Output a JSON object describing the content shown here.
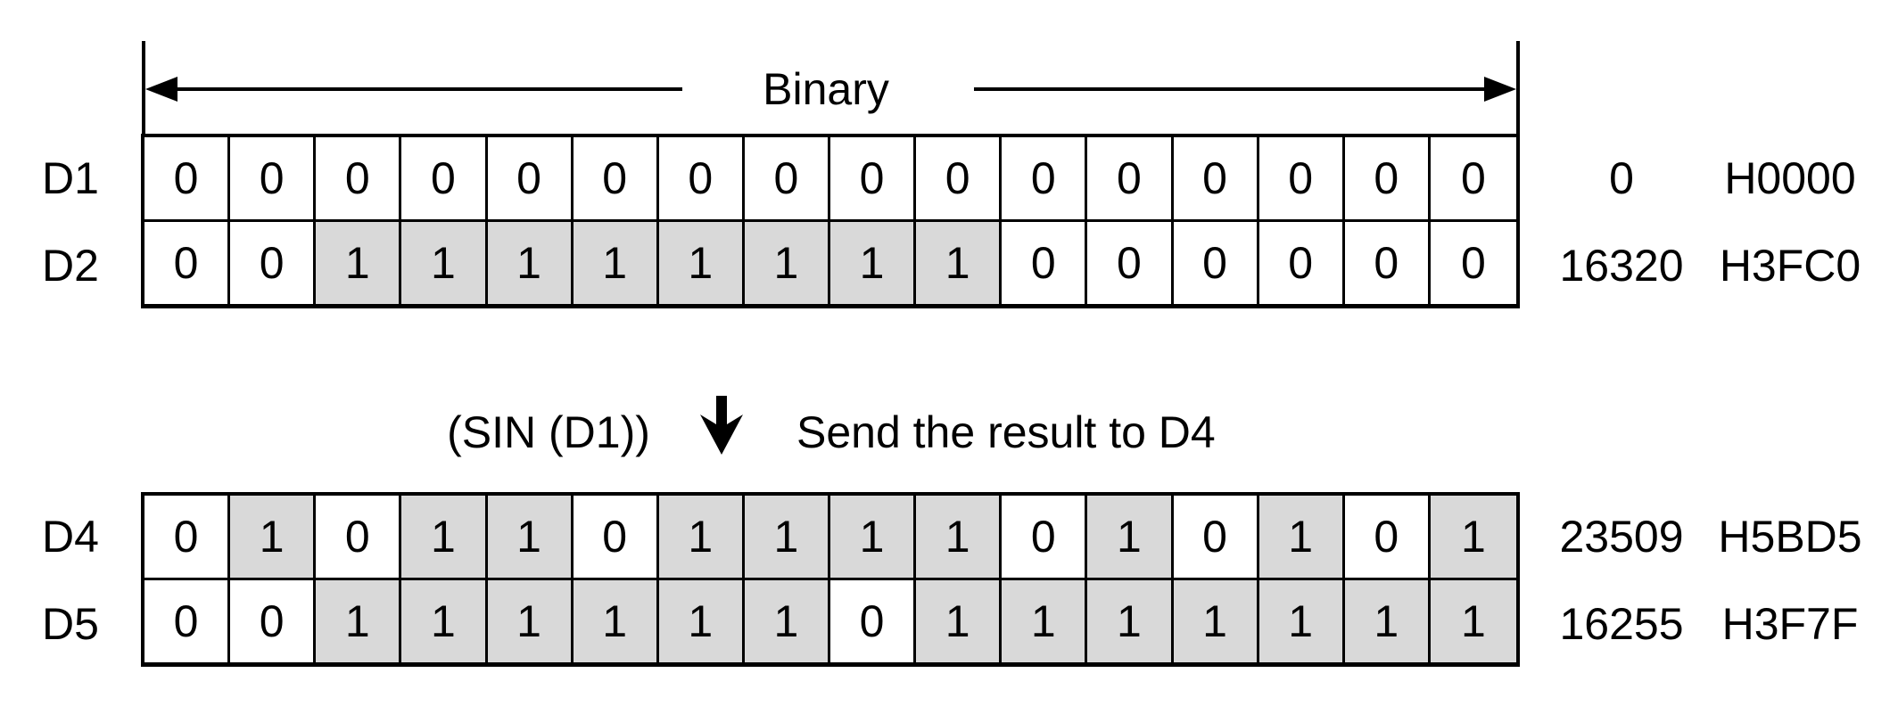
{
  "top_section": {
    "range_label": "Binary"
  },
  "operation": {
    "expression": "(SIN (D1))",
    "arrow_icon": "down-arrow",
    "description": "Send the result to D4"
  },
  "top_table": {
    "registers": [
      {
        "name": "D1",
        "bits": [
          "0",
          "0",
          "0",
          "0",
          "0",
          "0",
          "0",
          "0",
          "0",
          "0",
          "0",
          "0",
          "0",
          "0",
          "0",
          "0"
        ],
        "decimal": "0",
        "hex": "H0000"
      },
      {
        "name": "D2",
        "bits": [
          "0",
          "0",
          "1",
          "1",
          "1",
          "1",
          "1",
          "1",
          "1",
          "1",
          "0",
          "0",
          "0",
          "0",
          "0",
          "0"
        ],
        "decimal": "16320",
        "hex": "H3FC0"
      }
    ]
  },
  "bottom_table": {
    "registers": [
      {
        "name": "D4",
        "bits": [
          "0",
          "1",
          "0",
          "1",
          "1",
          "0",
          "1",
          "1",
          "1",
          "1",
          "0",
          "1",
          "0",
          "1",
          "0",
          "1"
        ],
        "decimal": "23509",
        "hex": "H5BD5"
      },
      {
        "name": "D5",
        "bits": [
          "0",
          "0",
          "1",
          "1",
          "1",
          "1",
          "1",
          "1",
          "0",
          "1",
          "1",
          "1",
          "1",
          "1",
          "1",
          "1"
        ],
        "decimal": "16255",
        "hex": "H3F7F"
      }
    ]
  },
  "colors": {
    "shaded_bit": "#d9d9d9",
    "unshaded_bit": "#ffffff",
    "line": "#000000"
  }
}
